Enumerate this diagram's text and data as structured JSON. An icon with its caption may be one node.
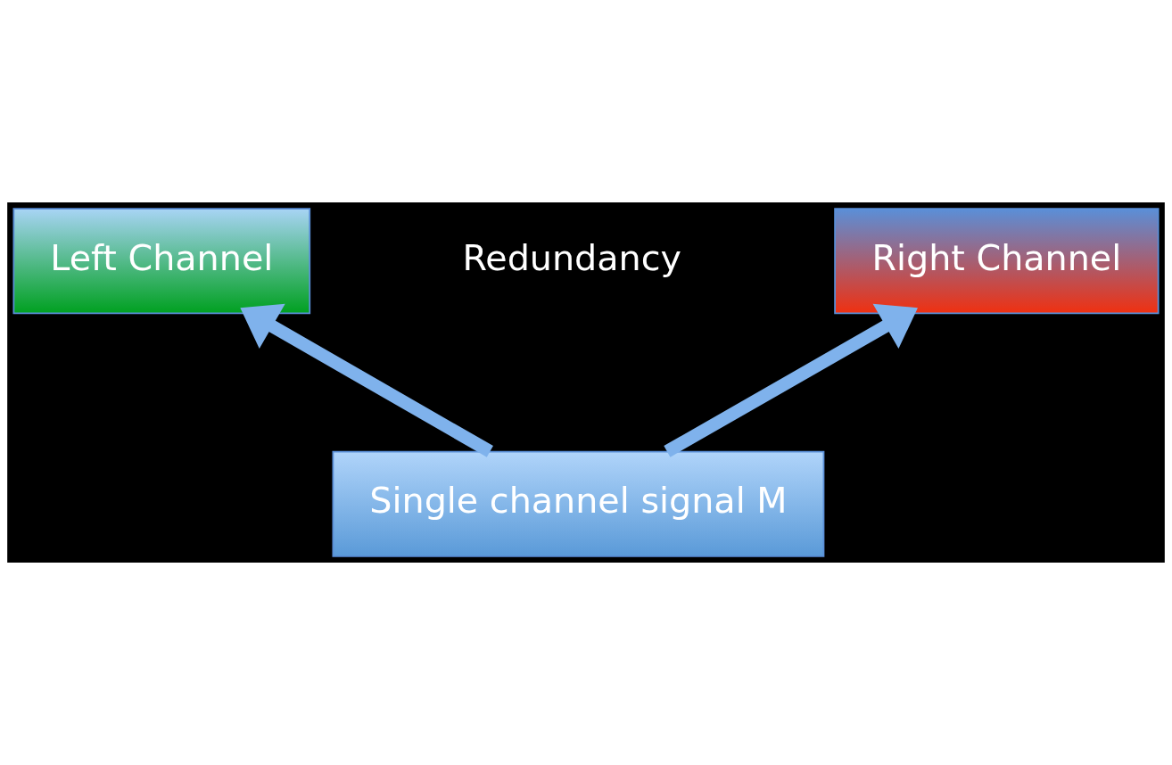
{
  "diagram": {
    "nodes": [
      {
        "text": [
          "Left Channel"
        ]
      },
      {
        "text": [
          "Right Channel"
        ]
      },
      {
        "text": [
          "Single channel signal M"
        ]
      }
    ],
    "edges": [
      {
        "from": 2,
        "to": 0,
        "arrow": "to"
      },
      {
        "from": 2,
        "to": 1,
        "arrow": "to"
      }
    ],
    "labels": [
      "Redundancy"
    ]
  }
}
